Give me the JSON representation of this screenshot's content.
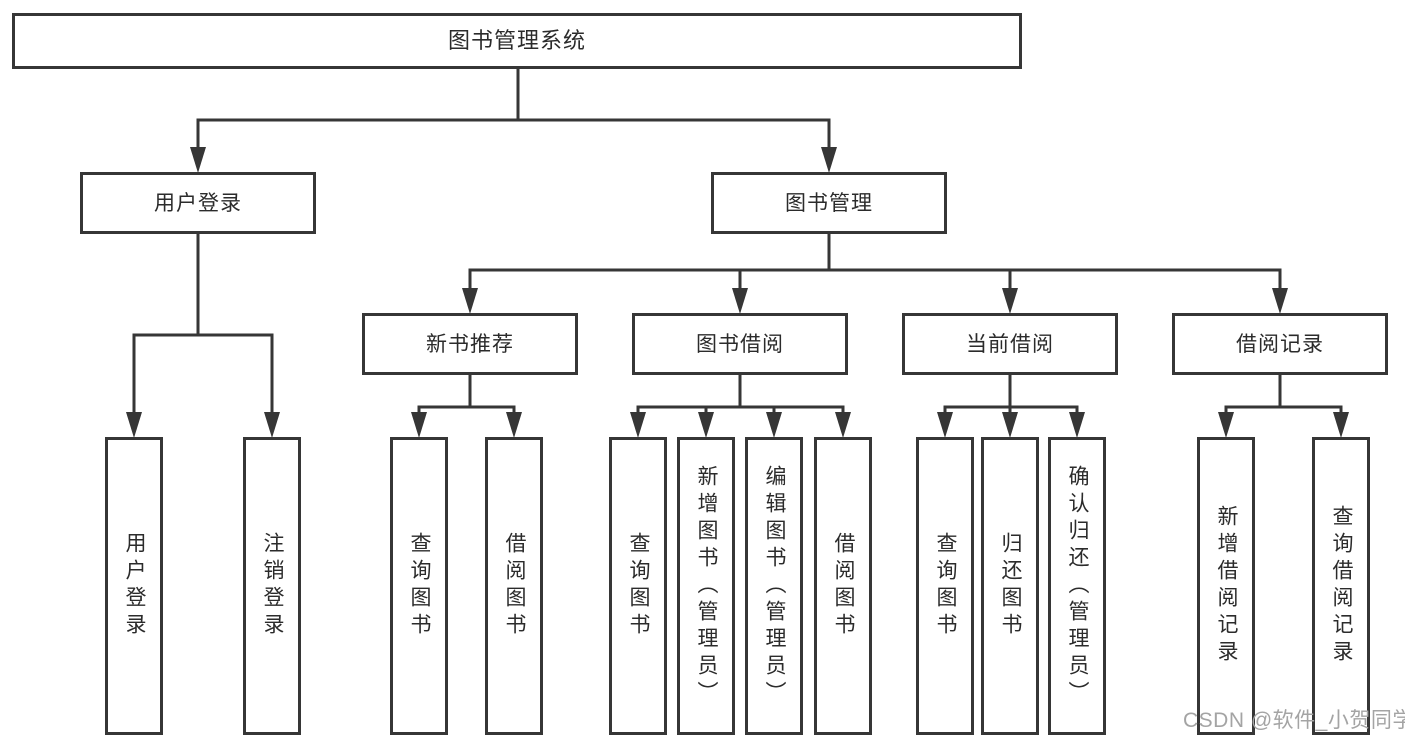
{
  "diagram": {
    "title": "图书管理系统",
    "branches": [
      {
        "label": "用户登录",
        "children": [
          "用户登录",
          "注销登录"
        ]
      },
      {
        "label": "图书管理",
        "children": [
          {
            "label": "新书推荐",
            "children": [
              "查询图书",
              "借阅图书"
            ]
          },
          {
            "label": "图书借阅",
            "children": [
              "查询图书",
              "新增图书（管理员）",
              "编辑图书（管理员）",
              "借阅图书"
            ]
          },
          {
            "label": "当前借阅",
            "children": [
              "查询图书",
              "归还图书",
              "确认归还（管理员）"
            ]
          },
          {
            "label": "借阅记录",
            "children": [
              "新增借阅记录",
              "查询借阅记录"
            ]
          }
        ]
      }
    ]
  },
  "colors": {
    "line": "#363636",
    "text": "#2b2b2b",
    "watermark": "#a4a4a4"
  },
  "watermark": "CSDN @软件_小贺同学"
}
